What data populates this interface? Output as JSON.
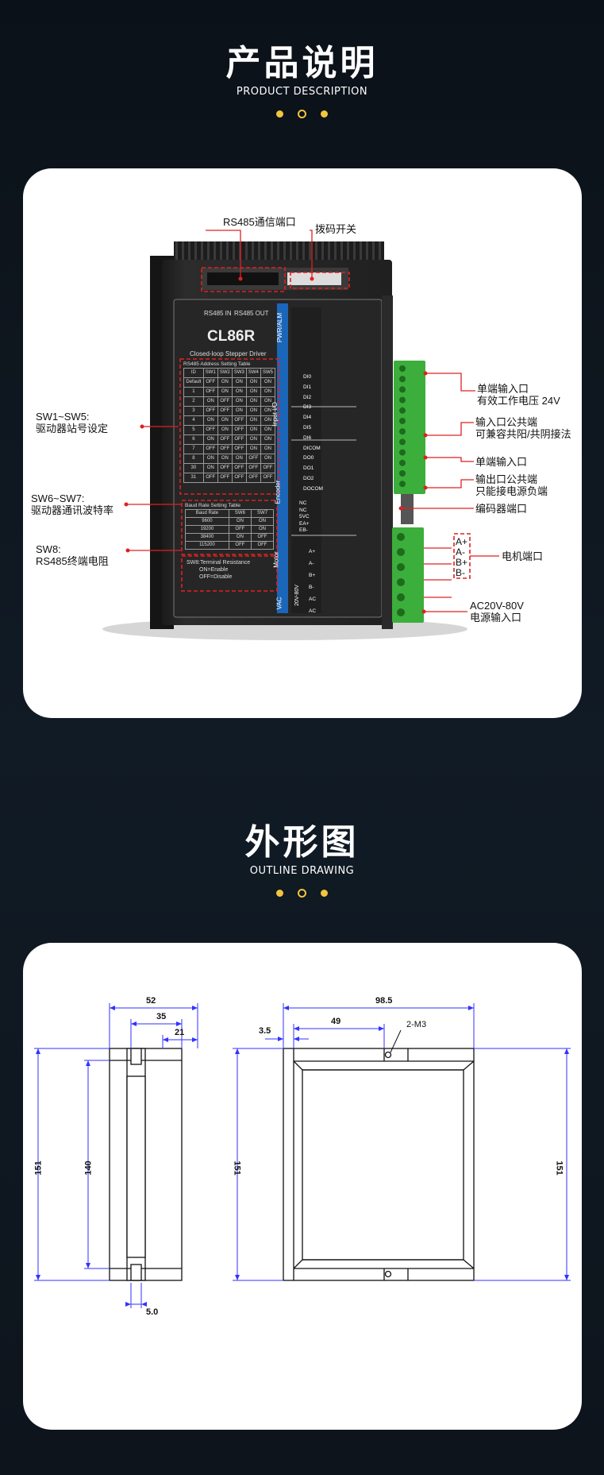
{
  "section1": {
    "title": "产品说明",
    "subtitle": "PRODUCT DESCRIPTION"
  },
  "section2": {
    "title": "外形图",
    "subtitle": "OUTLINE DRAWING"
  },
  "colors": {
    "accent": "#f2c53d",
    "callout": "#e02020",
    "dimension": "#3232ff",
    "terminal": "#3cae3c",
    "panel_blue": "#1b66b8"
  },
  "device": {
    "model": "CL86R",
    "description": "Closed-loop Stepper Driver",
    "rs485_in": "RS485 IN",
    "rs485_out": "RS485 OUT",
    "address_table": {
      "title": "RS485 Address Setting Table",
      "headers": [
        "ID",
        "SW1",
        "SW2",
        "SW3",
        "SW4",
        "SW5"
      ],
      "rows": [
        [
          "Default",
          "OFF",
          "ON",
          "ON",
          "ON",
          "ON"
        ],
        [
          "1",
          "OFF",
          "ON",
          "ON",
          "ON",
          "ON"
        ],
        [
          "2",
          "ON",
          "OFF",
          "ON",
          "ON",
          "ON"
        ],
        [
          "3",
          "OFF",
          "OFF",
          "ON",
          "ON",
          "ON"
        ],
        [
          "4",
          "ON",
          "ON",
          "OFF",
          "ON",
          "ON"
        ],
        [
          "5",
          "OFF",
          "ON",
          "OFF",
          "ON",
          "ON"
        ],
        [
          "6",
          "ON",
          "OFF",
          "OFF",
          "ON",
          "ON"
        ],
        [
          "7",
          "OFF",
          "OFF",
          "OFF",
          "ON",
          "ON"
        ],
        [
          "8",
          "ON",
          "ON",
          "ON",
          "OFF",
          "ON"
        ],
        [
          "30",
          "ON",
          "OFF",
          "OFF",
          "OFF",
          "OFF"
        ],
        [
          "31",
          "OFF",
          "OFF",
          "OFF",
          "OFF",
          "OFF"
        ]
      ]
    },
    "baud_table": {
      "title": "Baud Rate Setting Table",
      "headers": [
        "Baud Rate",
        "SW6",
        "SW7"
      ],
      "rows": [
        [
          "9600",
          "ON",
          "ON"
        ],
        [
          "19200",
          "OFF",
          "ON"
        ],
        [
          "38400",
          "ON",
          "OFF"
        ],
        [
          "115200",
          "OFF",
          "OFF"
        ]
      ]
    },
    "sw8": {
      "title": "SW8:Terminal Resistance",
      "on": "ON=Enable",
      "off": "OFF=Disable"
    },
    "sections": [
      "PWR/ALM",
      "Input I/O",
      "Encoder",
      "Motor",
      "VAC"
    ],
    "terminal_labels_io": [
      "DI0",
      "DI1",
      "DI2",
      "DI3",
      "DI4",
      "DI5",
      "DI6",
      "DICOM",
      "DO0",
      "DO1",
      "DO2",
      "DOCOM"
    ],
    "encoder_labels": [
      "NC",
      "NC",
      "5VC",
      "EA+",
      "EB-"
    ],
    "motor_labels": [
      "A+",
      "A-",
      "B+",
      "B-",
      "AC",
      "AC"
    ],
    "vac_text": "20V-80V"
  },
  "annotations": {
    "rs485_port": "RS485通信端口",
    "dip_switch": "拨码开关",
    "sw1_5_line1": "SW1~SW5:",
    "sw1_5_line2": "驱动器站号设定",
    "sw6_7_line1": "SW6~SW7:",
    "sw6_7_line2": "驱动器通讯波特率",
    "sw8_line1": "SW8:",
    "sw8_line2": "RS485终端电阻",
    "single_input_1": "单端输入口",
    "single_input_2": "有效工作电压 24V",
    "input_common_1": "输入口公共端",
    "input_common_2": "可兼容共阳/共阴接法",
    "single_input_b": "单端输入口",
    "output_common_1": "输出口公共端",
    "output_common_2": "只能接电源负端",
    "encoder_port": "编码器端口",
    "motor_pins": [
      "A+",
      "A-",
      "B+",
      "B-"
    ],
    "motor_port": "电机端口",
    "power_1": "AC20V-80V",
    "power_2": "电源输入口"
  },
  "drawing": {
    "side": {
      "width_52": "52",
      "width_35": "35",
      "width_21": "21",
      "height_151": "151",
      "height_140": "140",
      "slot_5": "5.0"
    },
    "front": {
      "width_98_5": "98.5",
      "width_49": "49",
      "offset_3_5": "3.5",
      "hole_label": "2-M3",
      "height_151_left": "151",
      "height_151_right": "151"
    }
  }
}
